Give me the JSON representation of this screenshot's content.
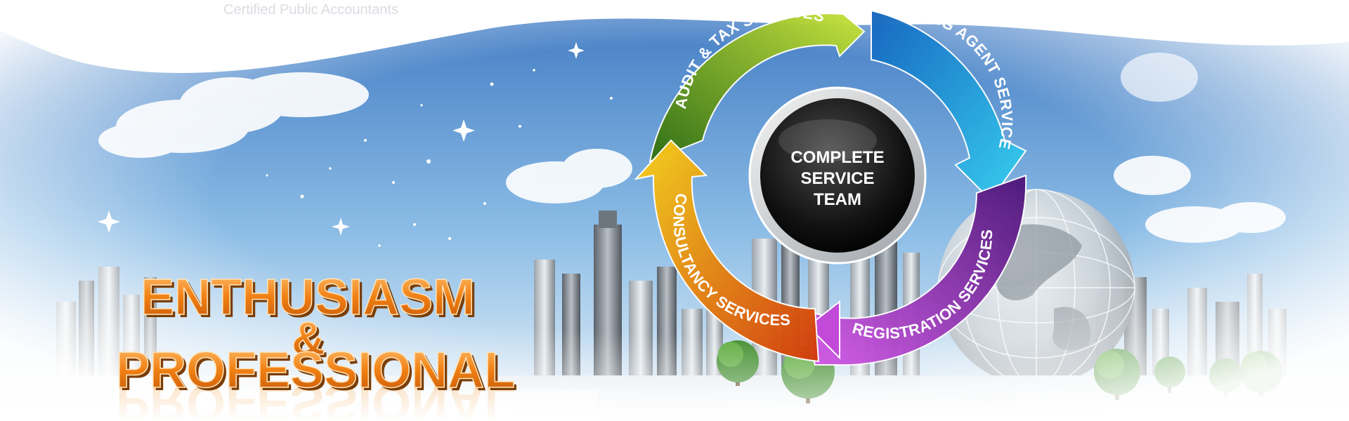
{
  "header": {
    "faint_text": "Certified Public Accountants"
  },
  "slogan": {
    "line1": "ENTHUSIASM",
    "line2": "&",
    "line3": "PROFESSIONAL"
  },
  "cycle": {
    "center": {
      "line1": "COMPLETE",
      "line2": "SERVICE",
      "line3": "TEAM"
    },
    "segments": [
      {
        "label": "AUDIT & TAX SERVICES",
        "color": "#8cc21f"
      },
      {
        "label": "BILLING AGENT SERVICE",
        "color": "#1f8fdc"
      },
      {
        "label": "REGISTRATION SERVICES",
        "color": "#9b2fc4"
      },
      {
        "label": "CONSULTANCY SERVICES",
        "color": "#f08a12"
      }
    ]
  },
  "icons": [
    "globe-icon",
    "tree-icon",
    "sparkle-icon",
    "cloud-icon",
    "city-skyline-icon"
  ],
  "colors": {
    "sky_top": "#4f86c8",
    "sky_bottom": "#cfe6f5",
    "slogan_orange": "#f28a1e"
  }
}
